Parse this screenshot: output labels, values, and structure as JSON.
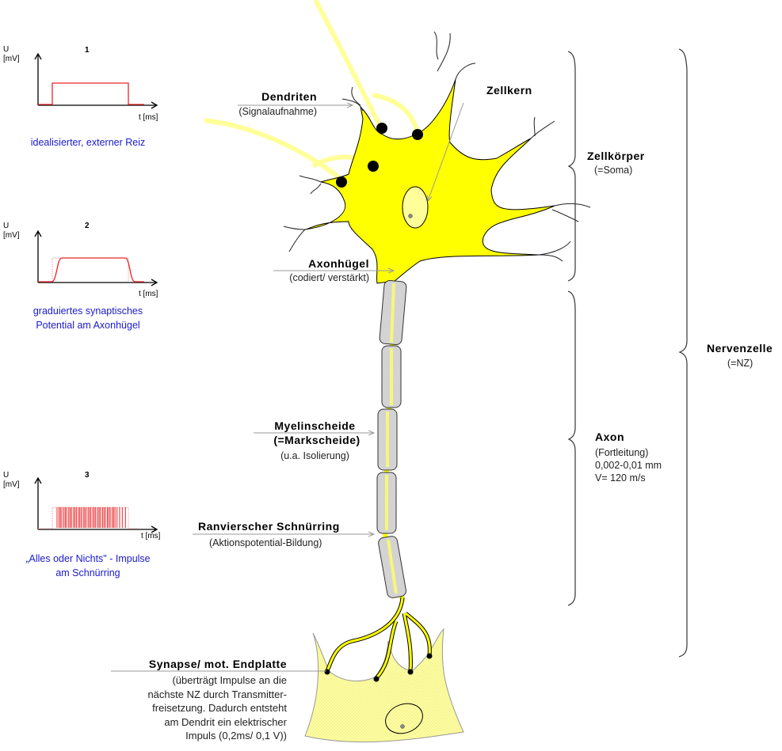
{
  "panels": [
    {
      "number": "1",
      "y_label": "U",
      "y_unit": "[mV]",
      "x_label": "t [ms]",
      "caption": [
        "idealisierter, externer Reiz"
      ],
      "signal": "rectangular"
    },
    {
      "number": "2",
      "y_label": "U",
      "y_unit": "[mV]",
      "x_label": "t [ms]",
      "caption": [
        "graduiertes synaptisches",
        "Potential am Axonhügel"
      ],
      "signal": "graded"
    },
    {
      "number": "3",
      "y_label": "U",
      "y_unit": "[mV]",
      "x_label": "t [ms]",
      "caption": [
        "„Alles oder Nichts\" - Impulse",
        "am Schnürring"
      ],
      "signal": "spikes"
    }
  ],
  "labels": {
    "dendriten": {
      "title": "Dendriten",
      "sub": "(Signalaufnahme)"
    },
    "zellkern": {
      "title": "Zellkern"
    },
    "axonhuegel": {
      "title": "Axonhügel",
      "sub": "(codiert/ verstärkt)"
    },
    "myelin": {
      "title": "Myelinscheide",
      "title2": "(=Markscheide)",
      "sub": "(u.a. Isolierung)"
    },
    "ranvier": {
      "title": "Ranvierscher Schnürring",
      "sub": "(Aktionspotential-Bildung)"
    },
    "synapse": {
      "title": "Synapse/ mot. Endplatte",
      "lines": [
        "(überträgt Impulse an die",
        "nächste NZ durch Transmitter-",
        "freisetzung. Dadurch entsteht",
        "am Dendrit ein elektrischer",
        "Impuls (0,2ms/ 0,1 V))"
      ]
    }
  },
  "braces": {
    "zellkoerper": {
      "title": "Zellkörper",
      "sub": "(=Soma)"
    },
    "axon": {
      "title": "Axon",
      "lines": [
        "(Fortleitung)",
        "0,002-0,01 mm",
        "V= 120 m/s"
      ]
    },
    "nervenzelle": {
      "title": "Nervenzelle",
      "sub": "(=NZ)"
    }
  },
  "colors": {
    "soma": "#ffff00",
    "pale_yellow": "#ffff99",
    "signal": "#e8262a",
    "caption": "#1a1acc",
    "myelin": "#d4d4d4"
  }
}
